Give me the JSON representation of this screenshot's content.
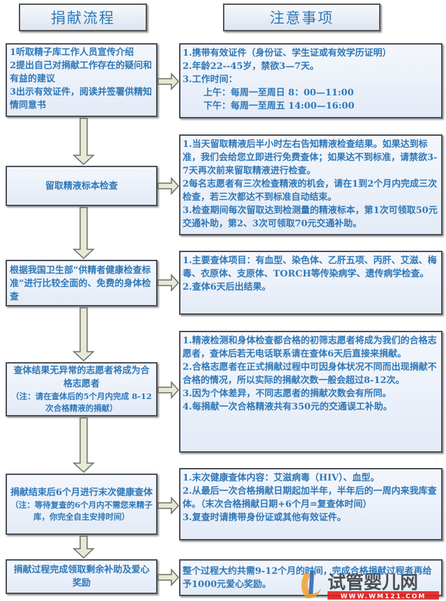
{
  "headers": {
    "process": "捐献流程",
    "notes": "注意事项"
  },
  "steps": [
    {
      "lines": [
        "1听取精子库工作人员宣传介绍",
        "2提出自己对捐献工作存在的疑问和有益的建议",
        "3出示有效证件，阅读并签署供精知情同意书"
      ]
    },
    {
      "title": "留取精液标本检查"
    },
    {
      "title": "根据我国卫生部“供精者健康检查标准”进行比较全面的、免费的身体检查"
    },
    {
      "title": "查体结果无异常的志愿者将成为合格志愿者",
      "note": "（注：请在查体后的5个月内完成 8-12次合格精液的捐献）"
    },
    {
      "title": "捐献结束后6个月进行末次健康查体",
      "note": "（注：等待复查的6个月内不需您来精子库，你完全自主安排时间）"
    },
    {
      "title": "捐献过程完成领取剩余补助及爱心奖励"
    }
  ],
  "notes": [
    {
      "lines": [
        "1.携带有效证件（身份证、学生证或有效学历证明）",
        "2.年龄22--45岁，禁欲3—7天。",
        "3.工作时间："
      ],
      "schedule": [
        "上午：每周一至周日  8：00—11:00",
        "下午：每周一至周五 14:00—16:00"
      ]
    },
    {
      "lines": [
        "1.当天留取精液后半小时左右告知精液检查结果。如果达到标准，我们会给您立即进行免费查体；如果达不到标准，请禁欲3-7天再次前来留取精液进行检查。",
        "2每名志愿者有三次检查精液的机会，请在1到2个月内完成三次检查，若三次都达不到标准自动结束。",
        "3.检查期间每次留取达到检测量的精液标本，第1次可领取50元交通补助，第2、3次可领取70元交通补助。"
      ]
    },
    {
      "lines": [
        "1.主要查体项目：有血型、染色体、乙肝五项、丙肝、艾滋、梅毒、衣原体、支原体、TORCH等传染病学、遗传病学检查。",
        "2.查体6天后出结果。"
      ]
    },
    {
      "lines": [
        "1.精液检测和身体检查都合格的初筛志愿者将成为我们的合格志愿者，查体后若无电话联系请在查体6天后直接来捐献。",
        "2.合格志愿者在正式捐献过程中可因身体状况不同而出现捐献不合格的情况，所以实际的捐献次数一般会超过8-12次。",
        "3.因为个体差异，不同志愿者的捐献次数会有所同。",
        "4.每捐献一次合格精液共有350元的交通误工补助。"
      ]
    },
    {
      "lines": [
        "1.末次健康查体内容：艾滋病毒（HIV）、血型。",
        "2.从最后一次合格捐献日期起加半年，半年后的一周内来我库查体。（末次合格捐献日期+6个月=复查体时间）",
        "3.复查时请携带身份证或其他有效证件。"
      ]
    },
    {
      "lines": [
        "整个过程大约共需9-12个月的时间，完成合格捐献过程者再给予1000元爱心奖励。"
      ]
    }
  ],
  "watermark": {
    "name": "试管婴儿网",
    "url": "WWW.WM121.COM"
  },
  "colors": {
    "text": "#2f78b8",
    "box_bg": "#e3ebf7",
    "border": "#4a4f57",
    "arrow_fill": "#e6e9d6"
  }
}
